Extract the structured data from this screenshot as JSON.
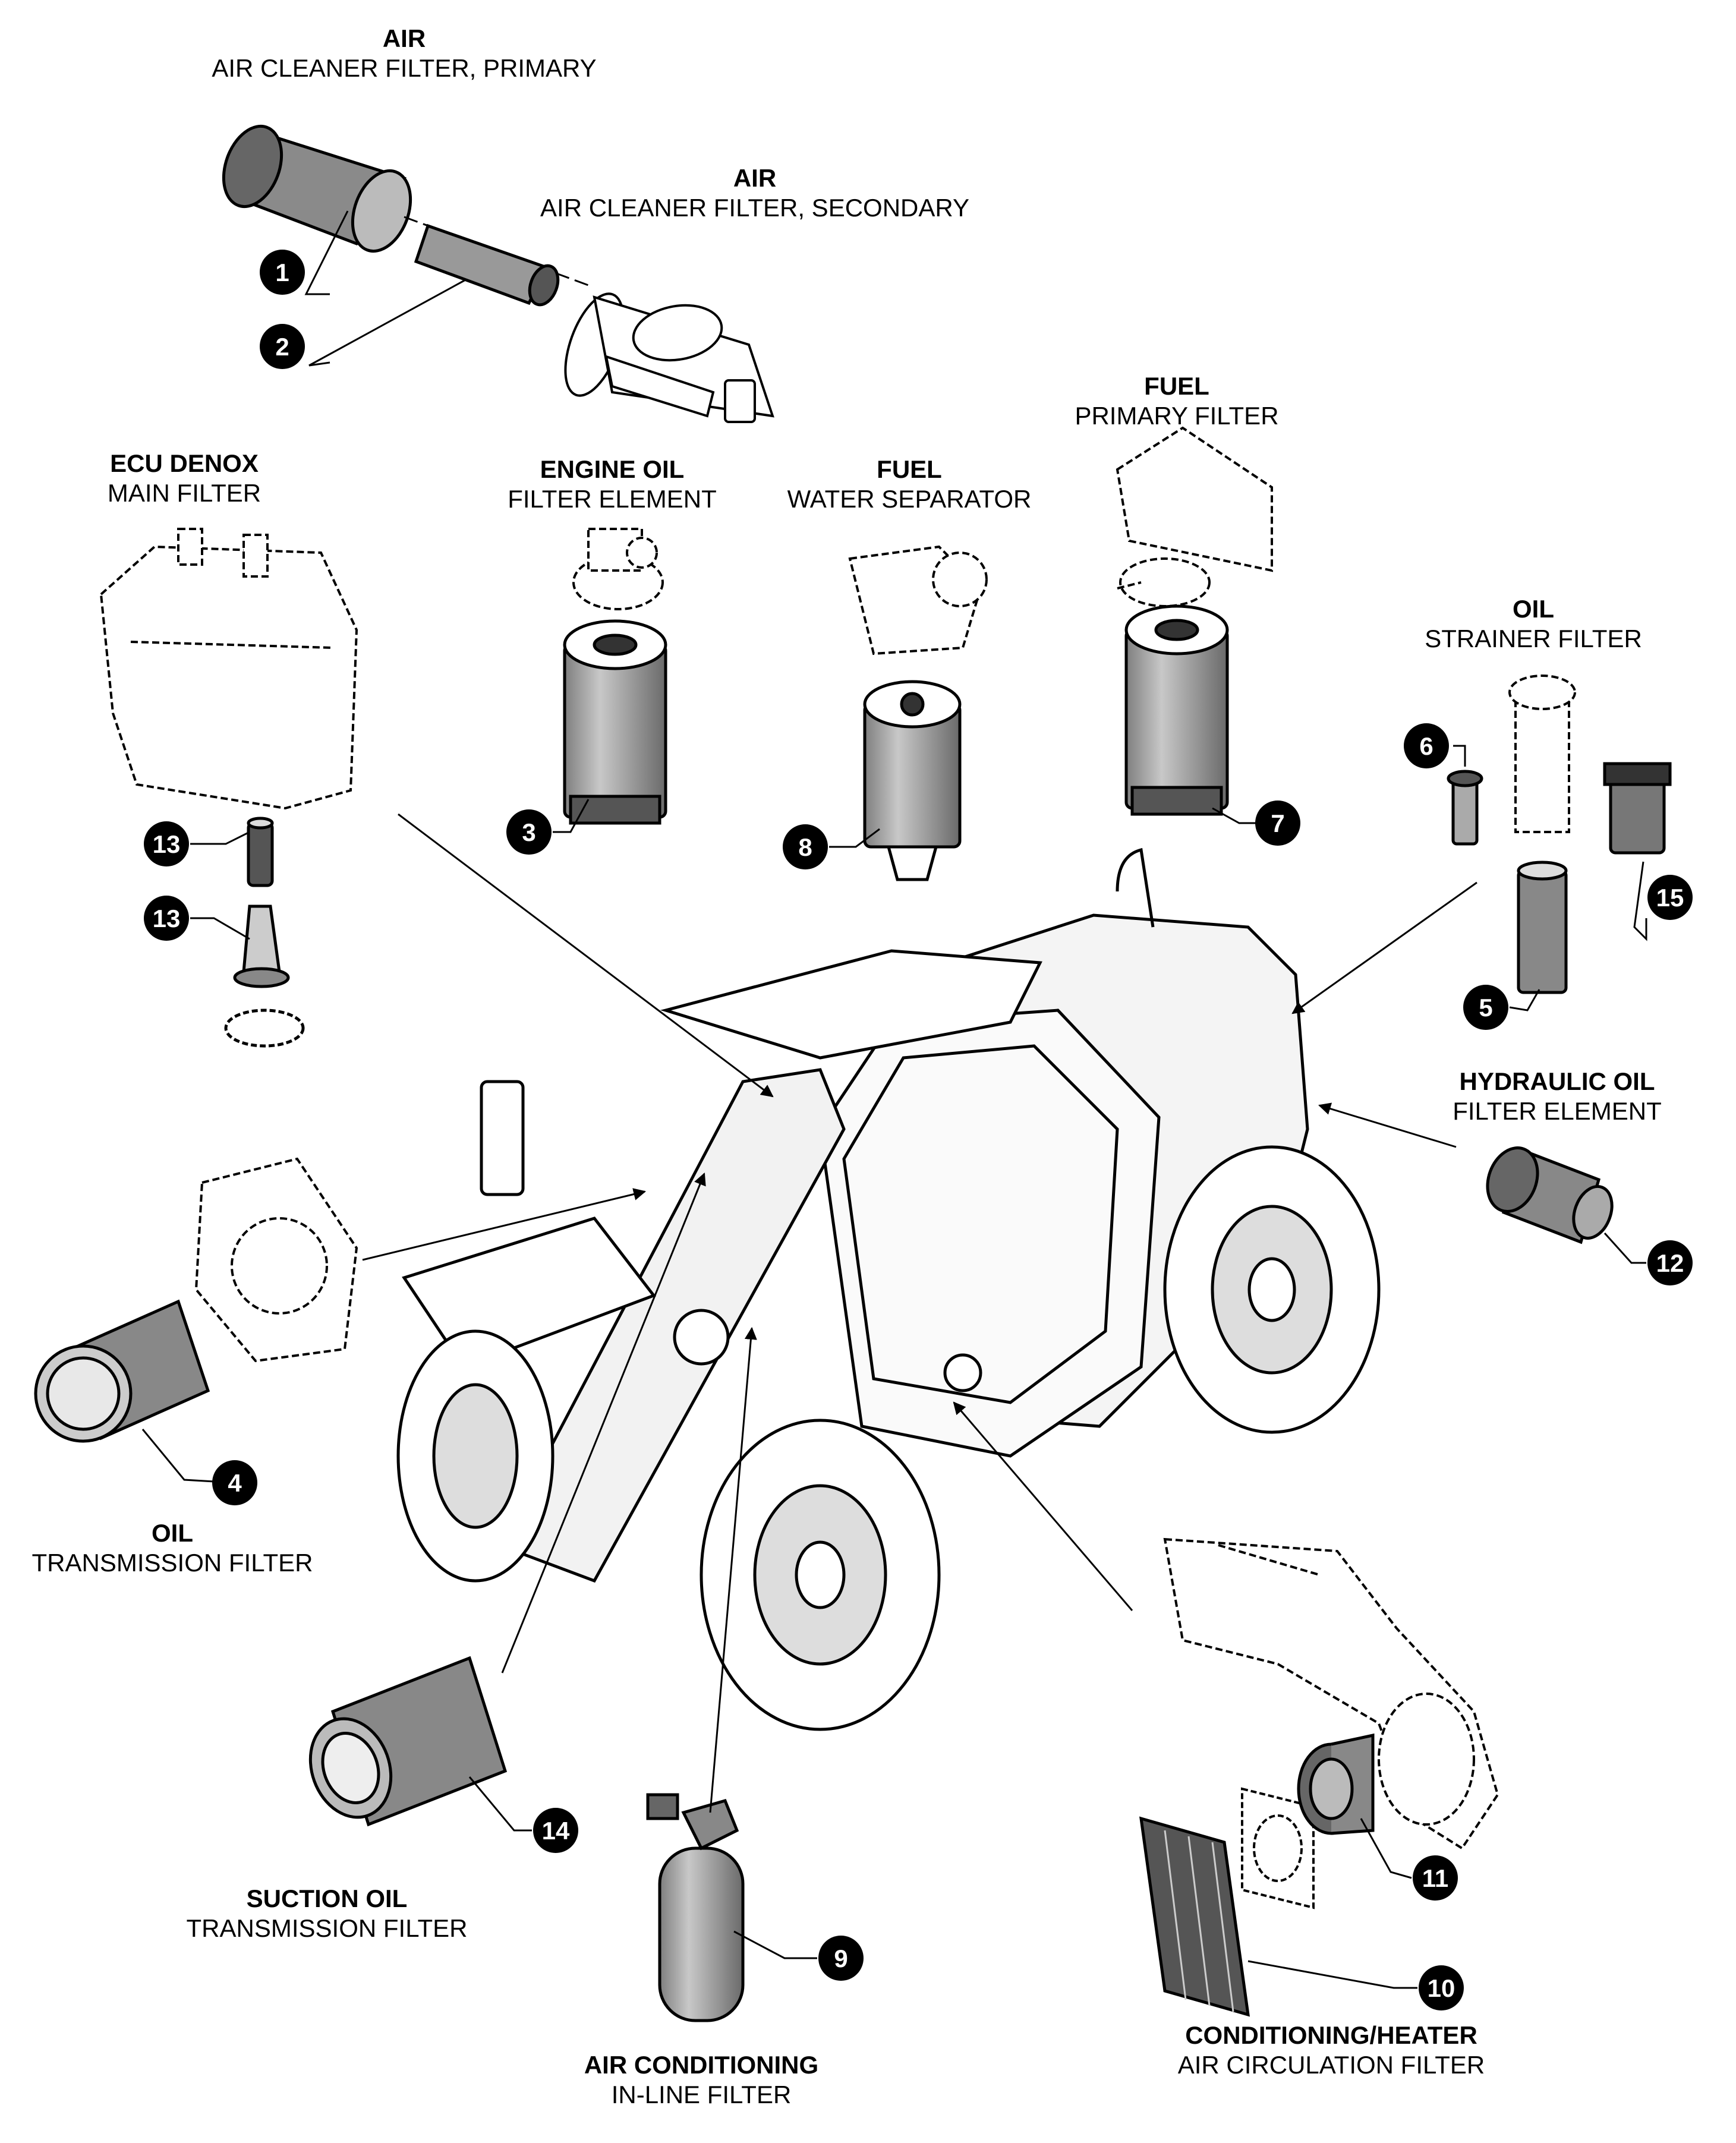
{
  "labels": {
    "air_primary": {
      "title": "AIR",
      "subtitle": "AIR CLEANER FILTER, PRIMARY"
    },
    "air_secondary": {
      "title": "AIR",
      "subtitle": "AIR CLEANER FILTER, SECONDARY"
    },
    "ecu_denox": {
      "title": "ECU DENOX",
      "subtitle": "MAIN FILTER"
    },
    "engine_oil": {
      "title": "ENGINE OIL",
      "subtitle": "FILTER ELEMENT"
    },
    "fuel_water": {
      "title": "FUEL",
      "subtitle": "WATER SEPARATOR"
    },
    "fuel_primary": {
      "title": "FUEL",
      "subtitle": "PRIMARY FILTER"
    },
    "oil_strainer": {
      "title": "OIL",
      "subtitle": "STRAINER FILTER"
    },
    "hydraulic_oil": {
      "title": "HYDRAULIC OIL",
      "subtitle": "FILTER ELEMENT"
    },
    "oil_transmission": {
      "title": "OIL",
      "subtitle": "TRANSMISSION FILTER"
    },
    "suction_oil": {
      "title": "SUCTION OIL",
      "subtitle": "TRANSMISSION FILTER"
    },
    "air_conditioning": {
      "title": "AIR CONDITIONING",
      "subtitle": "IN-LINE FILTER"
    },
    "conditioning_heater": {
      "title": "CONDITIONING/HEATER",
      "subtitle": "AIR CIRCULATION FILTER"
    }
  },
  "callouts": [
    "1",
    "2",
    "3",
    "4",
    "5",
    "6",
    "7",
    "8",
    "9",
    "10",
    "11",
    "12",
    "13",
    "13",
    "14",
    "15"
  ]
}
